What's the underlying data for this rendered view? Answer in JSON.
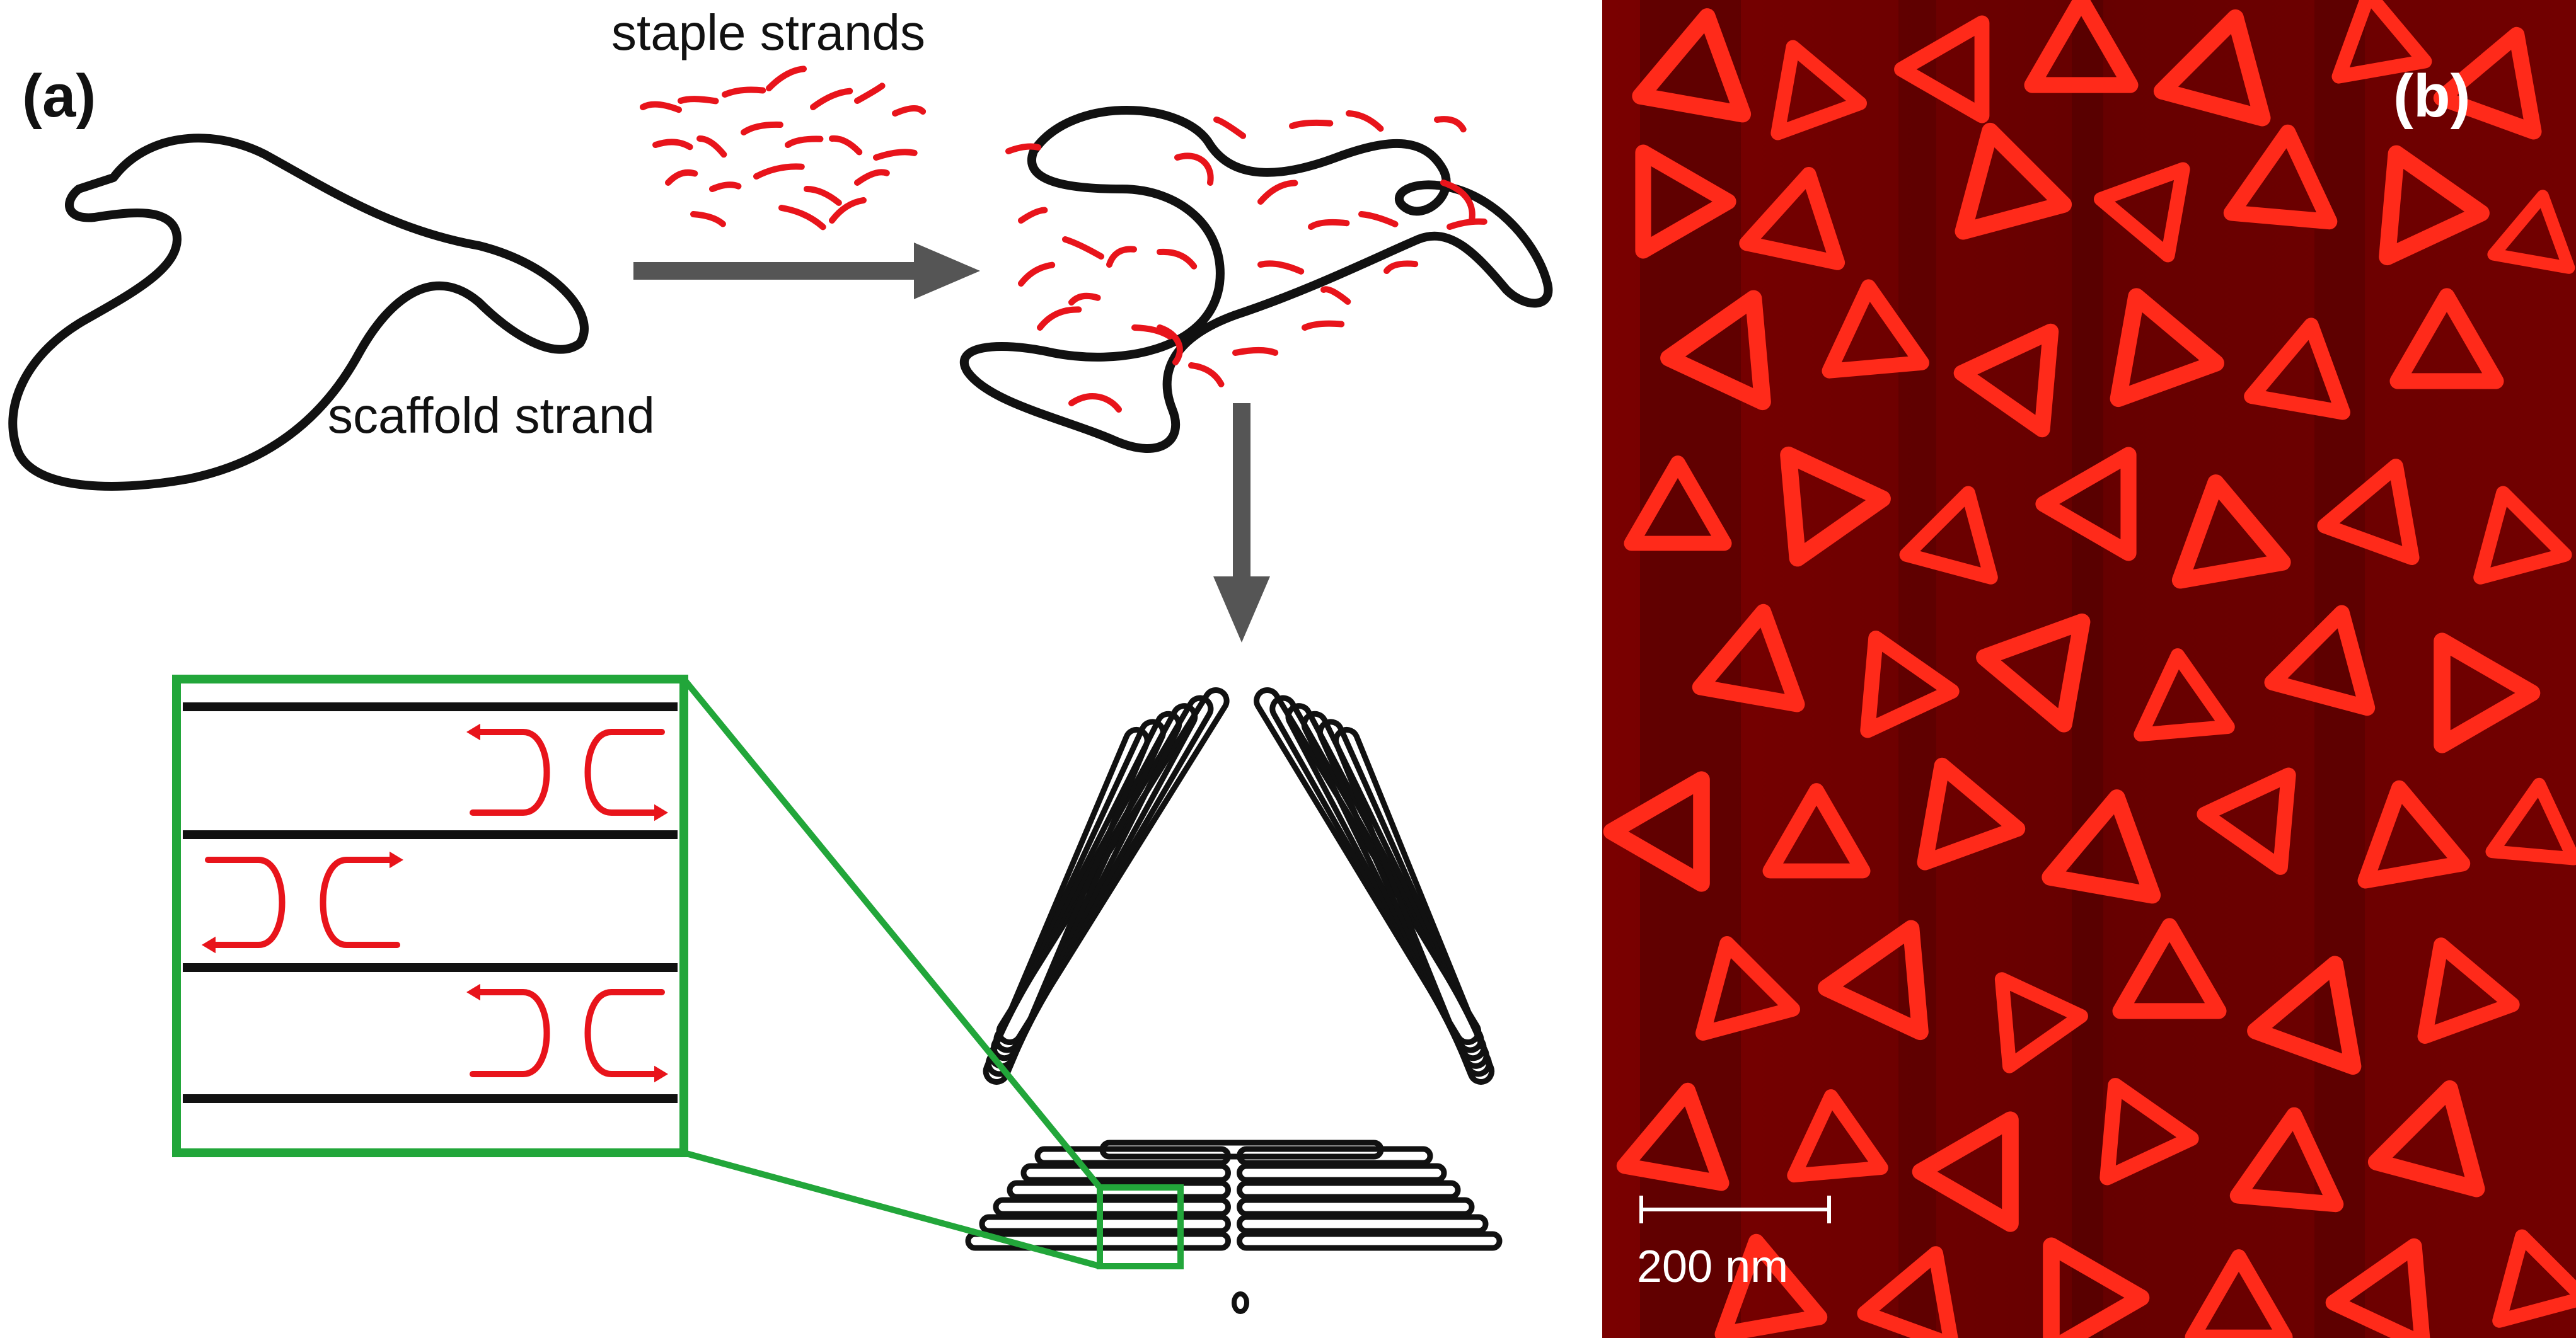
{
  "panel_a": {
    "label": "(a)",
    "staple_label": "staple strands",
    "scaffold_label": "scaffold strand"
  },
  "panel_b": {
    "label": "(b)",
    "scale_bar_label": "200 nm"
  },
  "colors": {
    "scaffold": "#111111",
    "staple": "#e8141b",
    "arrow": "#555555",
    "zoom_frame": "#22a63a",
    "afm_background": "#6b0000",
    "afm_triangle": "#ff2a1a"
  }
}
